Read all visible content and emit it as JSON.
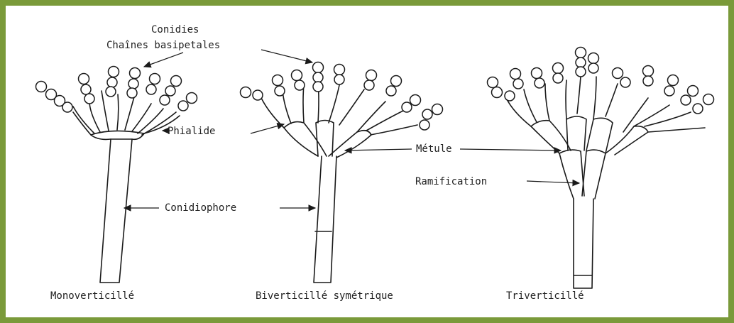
{
  "labels": {
    "conidies": "Conidies",
    "chaines": "Chaînes basipetales",
    "phialide": "Phialide",
    "metule": "Métule",
    "ramification": "Ramification",
    "conidiophore": "Conidiophore"
  },
  "captions": {
    "mono": "Monoverticillé",
    "bi": "Biverticillé symétrique",
    "tri": "Triverticillé"
  },
  "colors": {
    "frame": "#7a9a3a",
    "ink": "#1a1a1a"
  }
}
